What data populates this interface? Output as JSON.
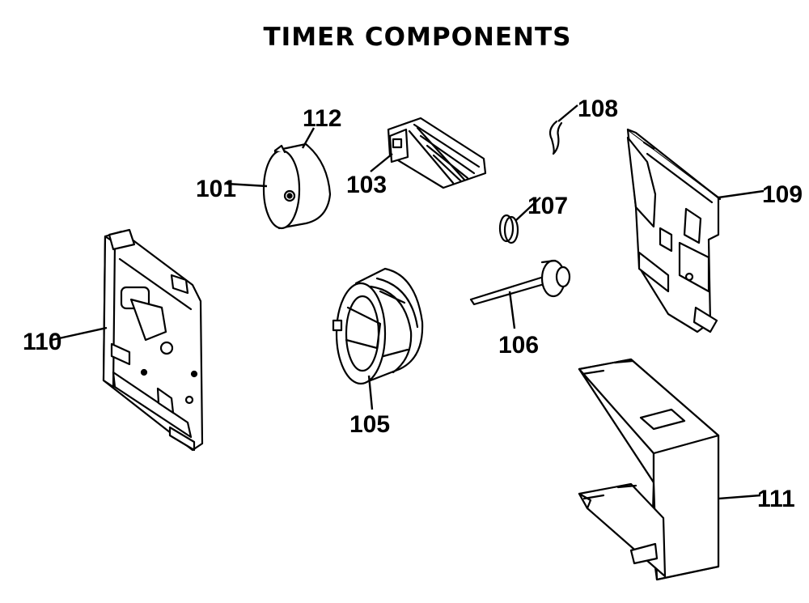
{
  "title": "TIMER COMPONENTS",
  "callouts": {
    "p101": "101",
    "p103": "103",
    "p105": "105",
    "p106": "106",
    "p107": "107",
    "p108": "108",
    "p109": "109",
    "p110": "110",
    "p111": "111",
    "p112": "112"
  }
}
